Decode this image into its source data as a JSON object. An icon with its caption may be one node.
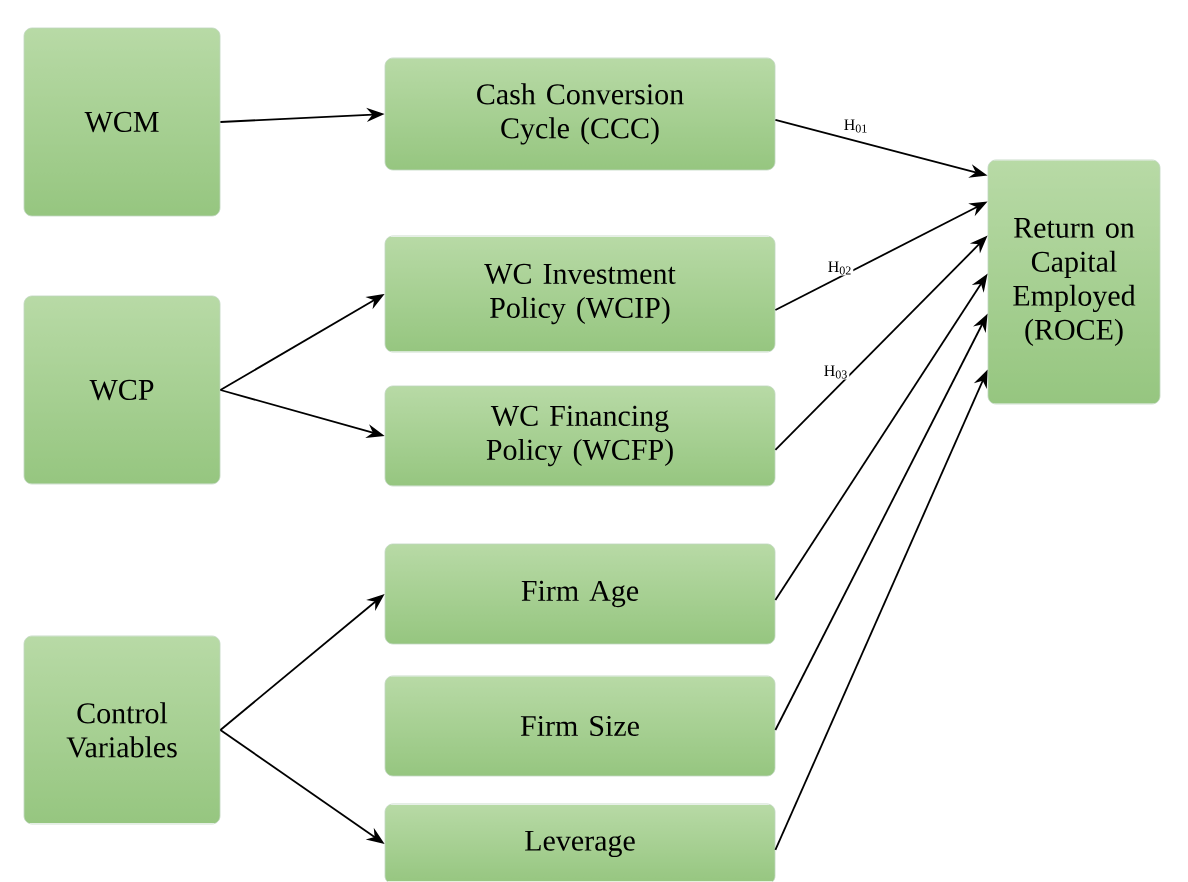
{
  "diagram": {
    "nodes": [
      {
        "text": [
          "WCM"
        ]
      },
      {
        "text": [
          "WCP"
        ]
      },
      {
        "text": [
          "Control Variables"
        ]
      },
      {
        "text": [
          "Cash Conversion Cycle (CCC)"
        ]
      },
      {
        "text": [
          "WC Investment Policy (WCIP)"
        ]
      },
      {
        "text": [
          "WC Financing Policy (WCFP)"
        ]
      },
      {
        "text": [
          "Firm Age"
        ]
      },
      {
        "text": [
          "Firm Size"
        ]
      },
      {
        "text": [
          "Leverage"
        ]
      },
      {
        "text": [
          "Return on Capital Employed (ROCE)"
        ]
      }
    ],
    "edges": [
      {
        "from": 0,
        "to": 3,
        "arrow": "to"
      },
      {
        "from": 1,
        "to": 4,
        "arrow": "to"
      },
      {
        "from": 1,
        "to": 5,
        "arrow": "to"
      },
      {
        "from": 2,
        "to": 6,
        "arrow": "to"
      },
      {
        "from": 2,
        "to": 8,
        "arrow": "to"
      },
      {
        "from": 3,
        "to": 9,
        "arrow": "to",
        "label": "H$_{01}$"
      },
      {
        "from": 4,
        "to": 9,
        "arrow": "to",
        "label": "H$_{02}$"
      },
      {
        "from": 5,
        "to": 9,
        "arrow": "to",
        "label": "H$_{03}$"
      },
      {
        "from": 6,
        "to": 9,
        "arrow": "to"
      },
      {
        "from": 7,
        "to": 9,
        "arrow": "to"
      },
      {
        "from": 8,
        "to": 9,
        "arrow": "to"
      }
    ]
  }
}
